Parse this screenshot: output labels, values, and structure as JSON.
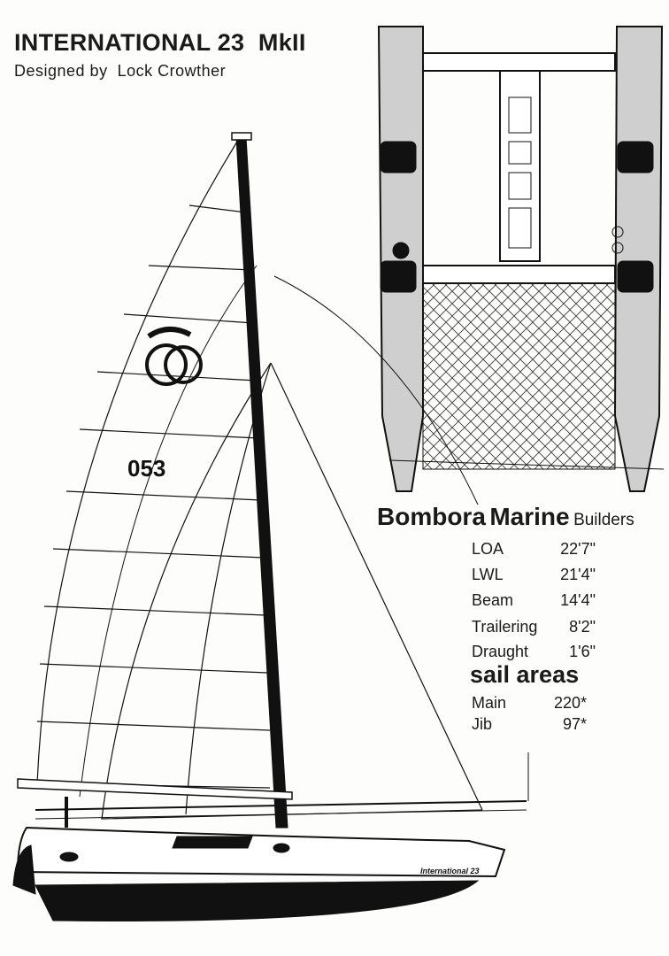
{
  "title": "INTERNATIONAL 23  MkII",
  "designer": "Designed by  Lock Crowther",
  "builder": {
    "name1": "Bombora",
    "name2": "Marine",
    "suffix": "Builders"
  },
  "specs": [
    {
      "label": "LOA",
      "value": "22'7\""
    },
    {
      "label": "LWL",
      "value": "21'4\""
    },
    {
      "label": "Beam",
      "value": "14'4\""
    },
    {
      "label": "Trailering",
      "value": "8'2\""
    },
    {
      "label": "Draught",
      "value": "1'6\""
    }
  ],
  "sail_areas": {
    "title": "sail areas",
    "items": [
      {
        "label": "Main",
        "value": "220*"
      },
      {
        "label": "Jib",
        "value": "97*"
      }
    ]
  },
  "drawing": {
    "sail_number": "053",
    "hull_name": "International 23"
  }
}
